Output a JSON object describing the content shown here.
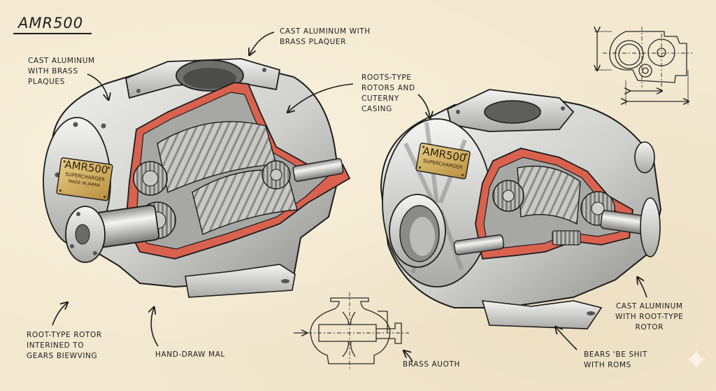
{
  "title": "AMR500",
  "annotations": {
    "top_left": "CAST ALUMINUM\nWITH BRASS\nPLAQUES",
    "top_center": "CAST ALUMINUM WITH\nBRASS PLAQUER",
    "middle_right": "ROOTS-TYPE\nROTORS AND\nCUTERNY\nCASING",
    "bottom_left": "ROOT-TYPE ROTOR\nINTERINED TO\nGEARS BIEWVING",
    "bottom_hand": "HAND-DRAW MAL",
    "bottom_brass": "BRASS AUOTH",
    "bottom_right_upper": "CAST ALUMINUM\nWITH ROOT-TYPE\nROTOR",
    "bottom_right_lower": "BEARS 'BE SHIT\nWITH ROMS"
  },
  "plaques": {
    "left": {
      "model": "AMR500",
      "line1": "SUPERCHARGER",
      "line2": "MADE IN JAPAN"
    },
    "right": {
      "model": "AMR500",
      "line1": "SUPERCHARGER"
    }
  },
  "colors": {
    "paper": "#f3e8d0",
    "ink": "#1c1c1c",
    "aluminum": "#d9d9d6",
    "aluminum_shadow": "#9a9a98",
    "cutaway_red": "#d9624f",
    "brass": "#d4b062"
  },
  "icons": {
    "sparkle": "sparkle-icon"
  }
}
